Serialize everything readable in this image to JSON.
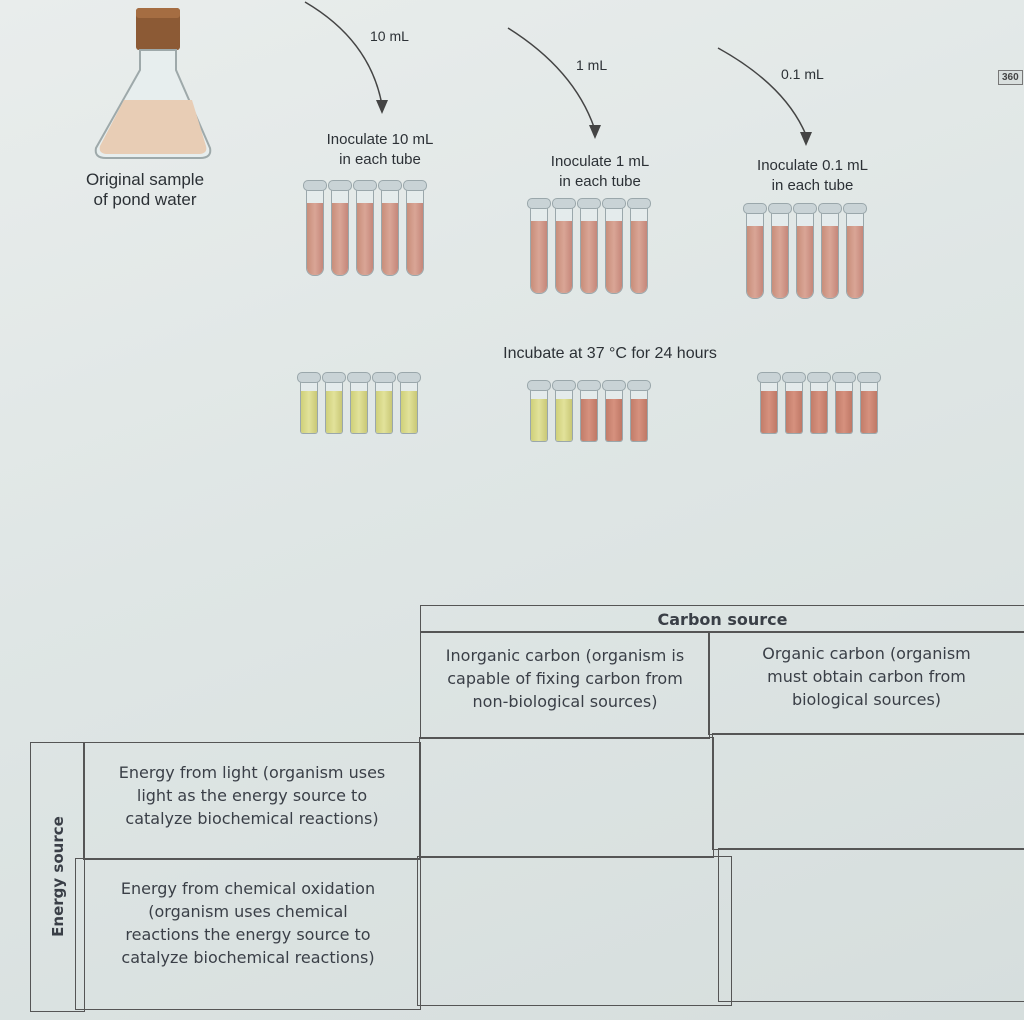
{
  "corner_page_number": "360",
  "sample_label": "Original sample\nof pond water",
  "dilutions": [
    {
      "volume_label": "10 mL",
      "inoculate_label": "Inoculate 10 mL\nin each tube"
    },
    {
      "volume_label": "1 mL",
      "inoculate_label": "Inoculate 1 mL\nin each tube"
    },
    {
      "volume_label": "0.1 mL",
      "inoculate_label": "Inoculate 0.1 mL\nin each tube"
    }
  ],
  "incubate_label": "Incubate at 37 °C for 24 hours",
  "colors": {
    "positive_tube": "#d9d88a",
    "negative_tube": "#cf8a78",
    "grid_line": "#555555"
  },
  "results": [
    [
      "yellow",
      "yellow",
      "yellow",
      "yellow",
      "yellow"
    ],
    [
      "yellow",
      "yellow",
      "red",
      "red",
      "red"
    ],
    [
      "red",
      "red",
      "red",
      "red",
      "red"
    ]
  ],
  "table": {
    "carbon_header": "Carbon source",
    "inorganic_header": "Inorganic carbon (organism is\ncapable of fixing carbon from\nnon-biological sources)",
    "organic_header": "Organic carbon (organism\nmust obtain carbon from\nbiological sources)",
    "energy_header": "Energy source",
    "light_row": "Energy from light (organism uses\nlight as the energy source to\ncatalyze biochemical reactions)",
    "chemical_row": "Energy from chemical oxidation\n(organism uses chemical\nreactions the energy source to\ncatalyze biochemical reactions)"
  }
}
